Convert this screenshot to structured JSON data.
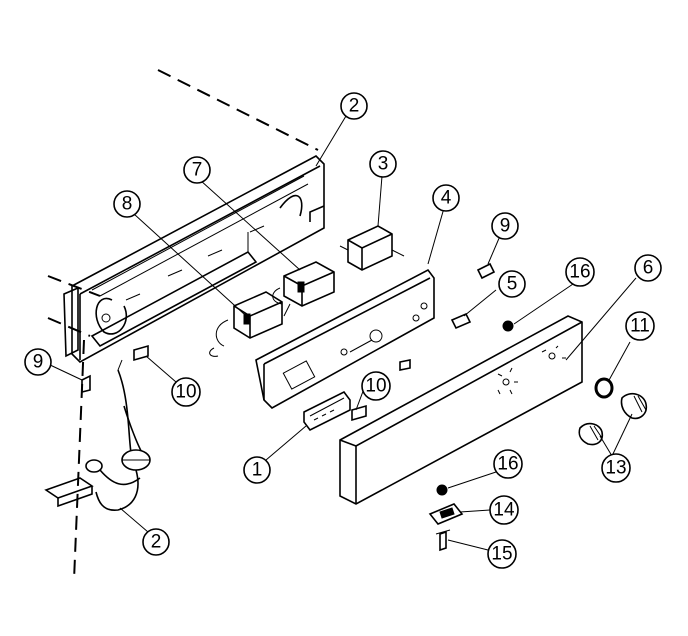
{
  "callouts": [
    {
      "id": "c2a",
      "label": "2"
    },
    {
      "id": "c3",
      "label": "3"
    },
    {
      "id": "c4",
      "label": "4"
    },
    {
      "id": "c7",
      "label": "7"
    },
    {
      "id": "c8",
      "label": "8"
    },
    {
      "id": "c9a",
      "label": "9"
    },
    {
      "id": "c9b",
      "label": "9"
    },
    {
      "id": "c5",
      "label": "5"
    },
    {
      "id": "c16a",
      "label": "16"
    },
    {
      "id": "c6",
      "label": "6"
    },
    {
      "id": "c11",
      "label": "11"
    },
    {
      "id": "c10a",
      "label": "10"
    },
    {
      "id": "c10b",
      "label": "10"
    },
    {
      "id": "c1",
      "label": "1"
    },
    {
      "id": "c13",
      "label": "13"
    },
    {
      "id": "c16b",
      "label": "16"
    },
    {
      "id": "c14",
      "label": "14"
    },
    {
      "id": "c15",
      "label": "15"
    },
    {
      "id": "c2b",
      "label": "2"
    }
  ]
}
